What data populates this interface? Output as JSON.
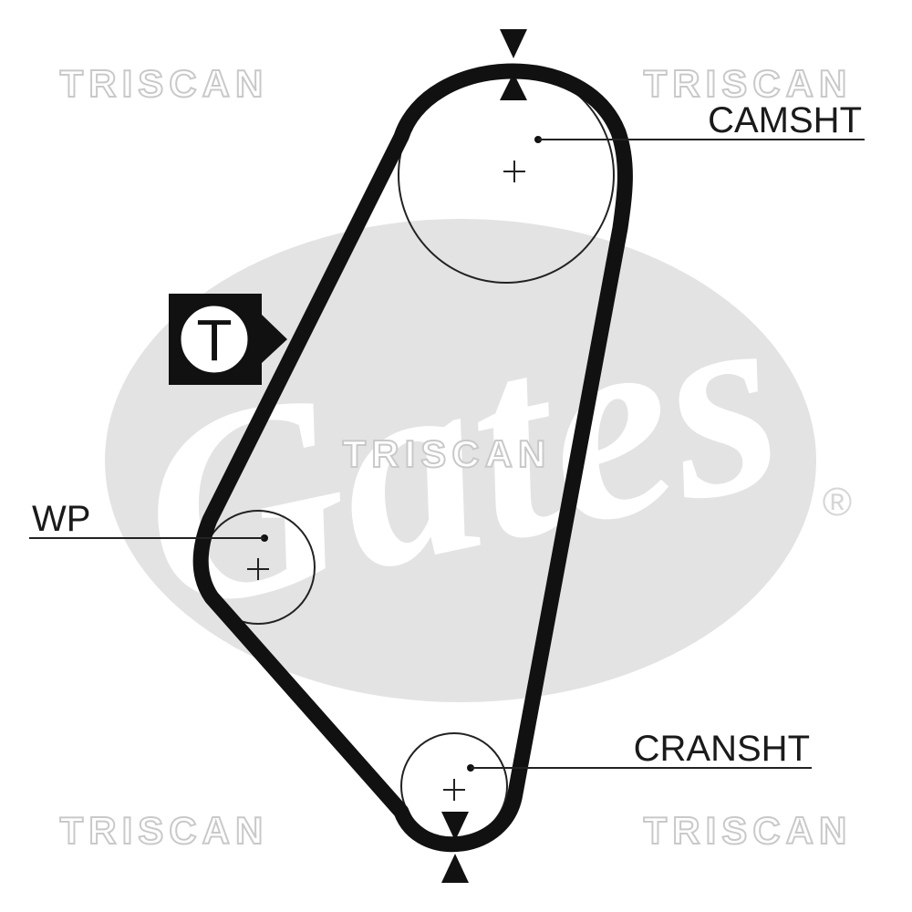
{
  "watermark": {
    "top_left": "TRISCAN",
    "top_right": "TRISCAN",
    "center": "TRISCAN",
    "bottom_left": "TRISCAN",
    "bottom_right": "TRISCAN"
  },
  "brand": {
    "logo_text": "Gates",
    "registered_mark": "®"
  },
  "labels": {
    "camshaft": "CAMSHT",
    "water_pump": "WP",
    "crankshaft": "CRANSHT",
    "tensioner": "T"
  },
  "colors": {
    "belt": "#111111",
    "pulley": "#222222",
    "watermark_logo": "#e3e3e3",
    "watermark_text": "#c9c9c9"
  }
}
